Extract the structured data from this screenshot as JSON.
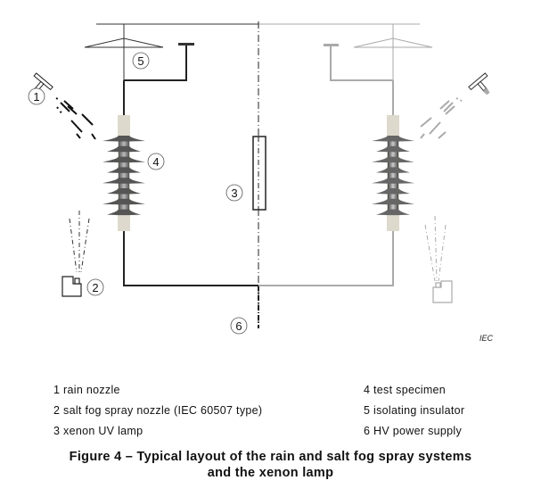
{
  "diagram": {
    "callouts": [
      "1",
      "2",
      "3",
      "4",
      "5",
      "6"
    ],
    "watermark": "IEC",
    "colors": {
      "active": "#222222",
      "mirror": "#aaaaaa",
      "sleeve": "#ddd9cc",
      "shed": "#666666"
    }
  },
  "legend": {
    "left": [
      "1 rain nozzle",
      "2 salt fog spray nozzle (IEC 60507 type)",
      "3 xenon UV lamp"
    ],
    "right": [
      "4 test specimen",
      "5 isolating insulator",
      "6 HV power supply"
    ]
  },
  "caption": {
    "line1": "Figure 4 – Typical layout of the rain and salt fog spray systems",
    "line2": "and the xenon lamp"
  }
}
